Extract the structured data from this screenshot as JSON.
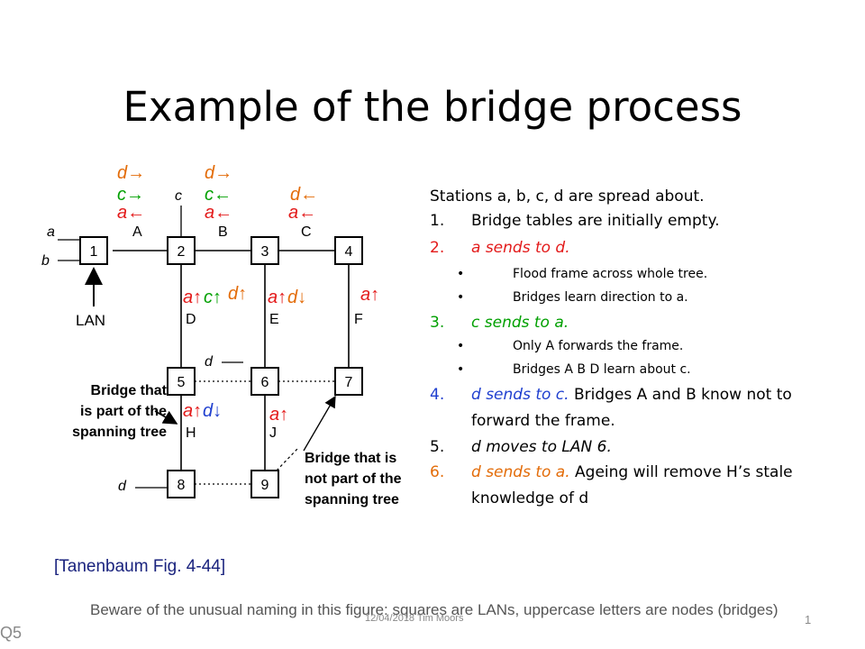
{
  "title": "Example of the bridge process",
  "colors": {
    "orange": "#e36c09",
    "red": "#e31a1a",
    "green": "#00a000",
    "blue": "#1f3fcf",
    "purple": "#7030a0"
  },
  "diagram": {
    "lans": [
      "1",
      "2",
      "3",
      "4",
      "5",
      "6",
      "7",
      "8",
      "9"
    ],
    "bridges": [
      "A",
      "B",
      "C",
      "D",
      "E",
      "F",
      "H",
      "J"
    ],
    "stations": {
      "a": "a",
      "b": "b",
      "c": "c",
      "d_upper": "d",
      "d_lower": "d"
    },
    "lan_label": "LAN",
    "callout_left": [
      "Bridge that",
      "is part of the",
      "spanning  tree"
    ],
    "callout_right": [
      "Bridge that is",
      "not part of the",
      "spanning tree"
    ],
    "annotations": {
      "A": {
        "d": "d→",
        "c": "c→",
        "a": "a←"
      },
      "B": {
        "d": "d→",
        "c": "c←",
        "a": "a←"
      },
      "C": {
        "d": "d←",
        "a": "a←"
      },
      "D": {
        "a": "a↑",
        "c": "c↑",
        "d": "d↑"
      },
      "E": {
        "a": "a↑",
        "d": "d↓"
      },
      "F": {
        "a": "a↑"
      },
      "H": {
        "a": "a↑",
        "d": "d↓"
      },
      "J": {
        "a": "a↑"
      }
    }
  },
  "bullets": [
    {
      "num": "",
      "text": "Stations a, b, c, d are spread about."
    },
    {
      "num": "1.",
      "text": "Bridge tables are initially empty."
    },
    {
      "num": "2.",
      "text": "a sends to d."
    },
    {
      "num": "•",
      "text": "Flood frame across whole tree."
    },
    {
      "num": "•",
      "text": "Bridges learn direction to a."
    },
    {
      "num": "3.",
      "text": "c sends to a."
    },
    {
      "num": "•",
      "text": "Only A forwards the frame."
    },
    {
      "num": "•",
      "text": "Bridges A B D learn about c."
    },
    {
      "num": "4.",
      "text": "d sends to c.",
      "rest": " Bridges A and B know not to"
    },
    {
      "num": "",
      "text": "forward the frame."
    },
    {
      "num": "5.",
      "text": "d moves to LAN 6."
    },
    {
      "num": "6.",
      "text": "d sends to a.",
      "rest": " Ageing will remove H’s stale"
    },
    {
      "num": "",
      "text": "knowledge of d"
    }
  ],
  "citation": "[Tanenbaum Fig. 4-44]",
  "warning": "Beware of the unusual naming in this figure: squares are LANs, uppercase letters are nodes (bridges)",
  "footer": {
    "date": "12/04/2018 Tim Moors",
    "page": "1",
    "label": "Q5"
  }
}
